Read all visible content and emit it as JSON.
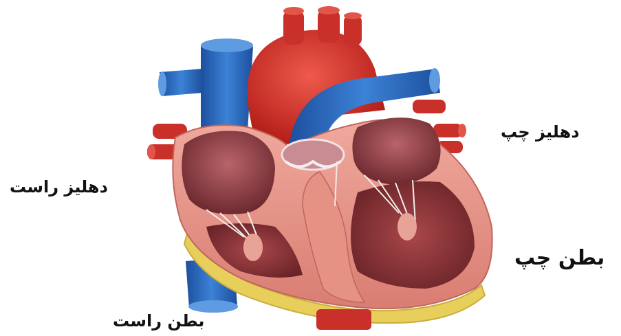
{
  "labels": {
    "left_atrium": "دهلیز چپ",
    "right_atrium": "دهلیز راست",
    "left_ventricle": "بطن چپ",
    "right_ventricle": "بطن راست"
  },
  "colors": {
    "vein_blue": "#2f6fc4",
    "artery_red": "#d9362c",
    "myocardium": "#e89a8e",
    "chamber_dark": "#8a3a3f",
    "fat_yellow": "#e8cf5c",
    "label_text": "#111111"
  }
}
